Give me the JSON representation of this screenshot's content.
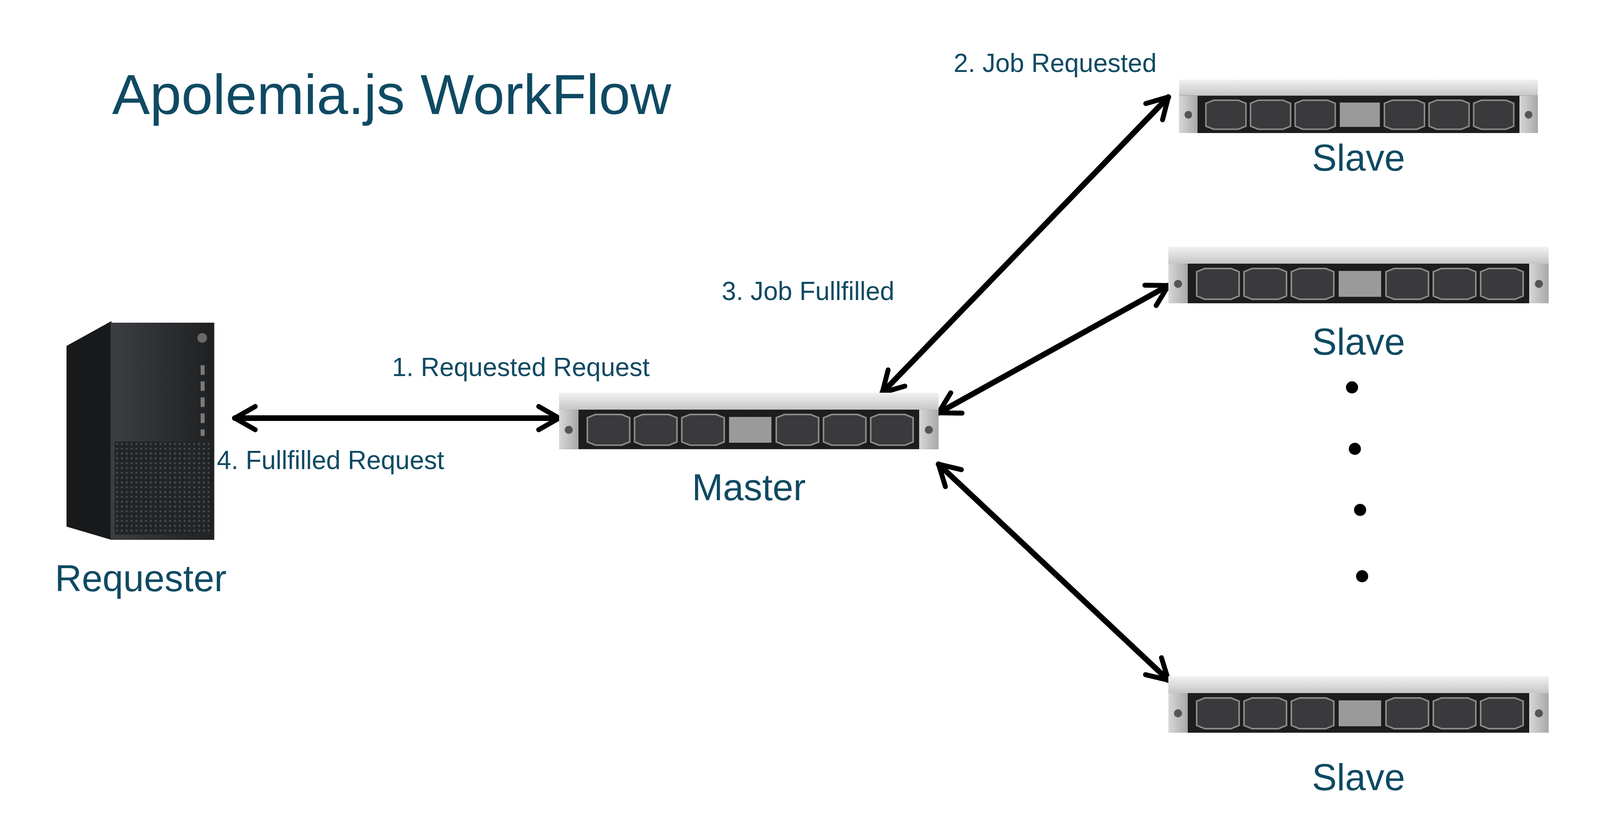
{
  "diagram": {
    "title": "Apolemia.js WorkFlow",
    "nodes": [
      {
        "text": [
          "Requester"
        ]
      },
      {
        "text": [
          "Master"
        ]
      },
      {
        "text": [
          "Slave"
        ]
      },
      {
        "text": [
          "Slave"
        ]
      },
      {
        "text": [
          "Slave"
        ]
      }
    ],
    "edges": [
      {
        "from": 0,
        "to": 1,
        "arrow": "both"
      },
      {
        "from": 1,
        "to": 2,
        "arrow": "both"
      },
      {
        "from": 1,
        "to": 3,
        "arrow": "both"
      },
      {
        "from": 1,
        "to": 4,
        "arrow": "both"
      }
    ],
    "labels": [
      "2. Job Requested",
      "3. Job Fullfilled",
      "1. Requested Request",
      "4. Fullfilled Request"
    ]
  }
}
